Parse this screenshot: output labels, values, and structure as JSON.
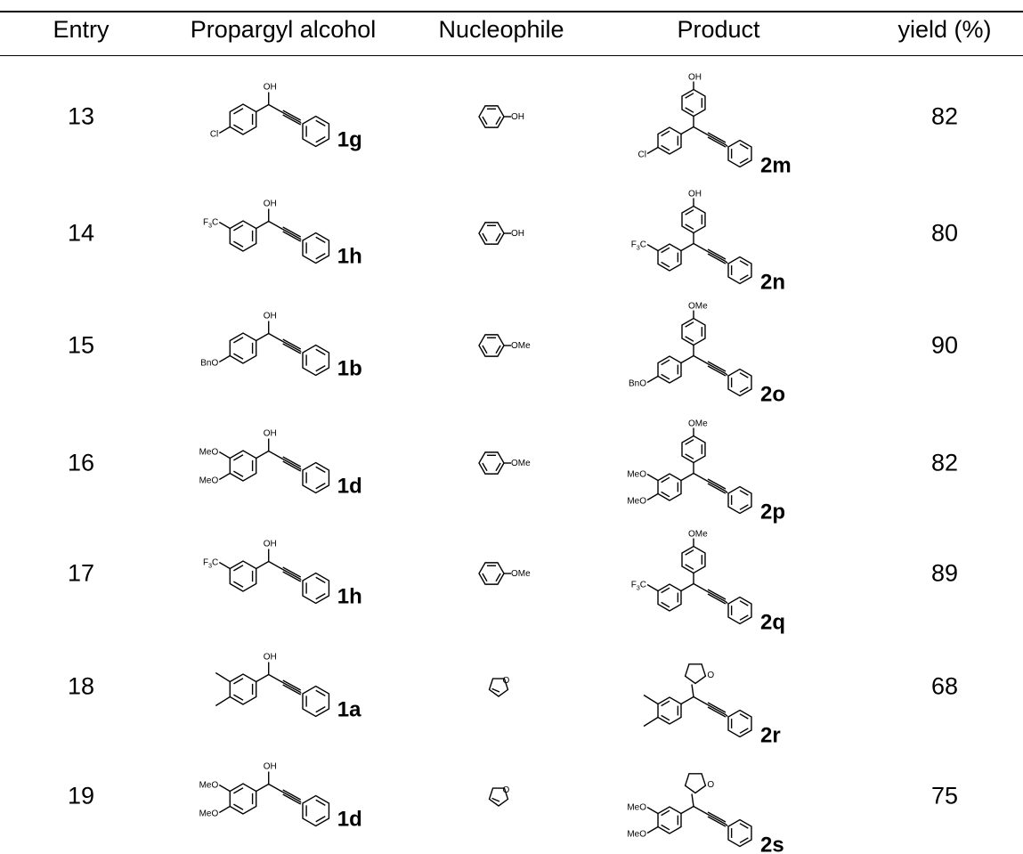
{
  "table": {
    "headers": {
      "entry": "Entry",
      "alcohol": "Propargyl alcohol",
      "nucleophile": "Nucleophile",
      "product": "Product",
      "yield": "yield (%)"
    },
    "rows": [
      {
        "entry": "13",
        "alcohol": {
          "label": "1g",
          "variant": "aryl",
          "subs": [
            [
              "p",
              "Cl"
            ]
          ],
          "oh_label": "OH"
        },
        "nucleophile": {
          "type": "arene",
          "group": "OH"
        },
        "product": {
          "label": "2m",
          "variant": "aryl",
          "subs": [
            [
              "p",
              "Cl"
            ]
          ],
          "top": "OH"
        },
        "yield": "82"
      },
      {
        "entry": "14",
        "alcohol": {
          "label": "1h",
          "variant": "aryl",
          "subs": [
            [
              "m",
              "CF3"
            ]
          ],
          "oh_label": "OH"
        },
        "nucleophile": {
          "type": "arene",
          "group": "OH"
        },
        "product": {
          "label": "2n",
          "variant": "aryl",
          "subs": [
            [
              "m",
              "CF3"
            ]
          ],
          "top": "OH"
        },
        "yield": "80"
      },
      {
        "entry": "15",
        "alcohol": {
          "label": "1b",
          "variant": "aryl",
          "subs": [
            [
              "p",
              "BnO"
            ]
          ],
          "oh_label": "OH"
        },
        "nucleophile": {
          "type": "arene",
          "group": "OMe"
        },
        "product": {
          "label": "2o",
          "variant": "aryl",
          "subs": [
            [
              "p",
              "BnO"
            ]
          ],
          "top": "OMe"
        },
        "yield": "90"
      },
      {
        "entry": "16",
        "alcohol": {
          "label": "1d",
          "variant": "aryl",
          "subs": [
            [
              "m",
              "MeO"
            ],
            [
              "p",
              "MeO"
            ]
          ],
          "oh_label": "OH"
        },
        "nucleophile": {
          "type": "arene",
          "group": "OMe"
        },
        "product": {
          "label": "2p",
          "variant": "aryl",
          "subs": [
            [
              "m",
              "MeO"
            ],
            [
              "p",
              "MeO"
            ]
          ],
          "top": "OMe"
        },
        "yield": "82"
      },
      {
        "entry": "17",
        "alcohol": {
          "label": "1h",
          "variant": "aryl",
          "subs": [
            [
              "m",
              "CF3"
            ]
          ],
          "oh_label": "OH"
        },
        "nucleophile": {
          "type": "arene",
          "group": "OMe"
        },
        "product": {
          "label": "2q",
          "variant": "aryl",
          "subs": [
            [
              "m",
              "CF3"
            ]
          ],
          "top": "OMe"
        },
        "yield": "89"
      },
      {
        "entry": "18",
        "alcohol": {
          "label": "1a",
          "variant": "aryl",
          "subs": [
            [
              "m",
              "Me"
            ],
            [
              "p",
              "Me"
            ]
          ],
          "oh_label": "OH"
        },
        "nucleophile": {
          "type": "furan",
          "group": "O"
        },
        "product": {
          "label": "2r",
          "variant": "aryl",
          "subs": [
            [
              "m",
              "Me"
            ],
            [
              "p",
              "Me"
            ]
          ],
          "top": "furyl",
          "furan_o": "O"
        },
        "yield": "68"
      },
      {
        "entry": "19",
        "alcohol": {
          "label": "1d",
          "variant": "aryl",
          "subs": [
            [
              "m",
              "MeO"
            ],
            [
              "p",
              "MeO"
            ]
          ],
          "oh_label": "OH"
        },
        "nucleophile": {
          "type": "furan",
          "group": "O"
        },
        "product": {
          "label": "2s",
          "variant": "aryl",
          "subs": [
            [
              "m",
              "MeO"
            ],
            [
              "p",
              "MeO"
            ]
          ],
          "top": "furyl",
          "furan_o": "O"
        },
        "yield": "75"
      }
    ]
  }
}
